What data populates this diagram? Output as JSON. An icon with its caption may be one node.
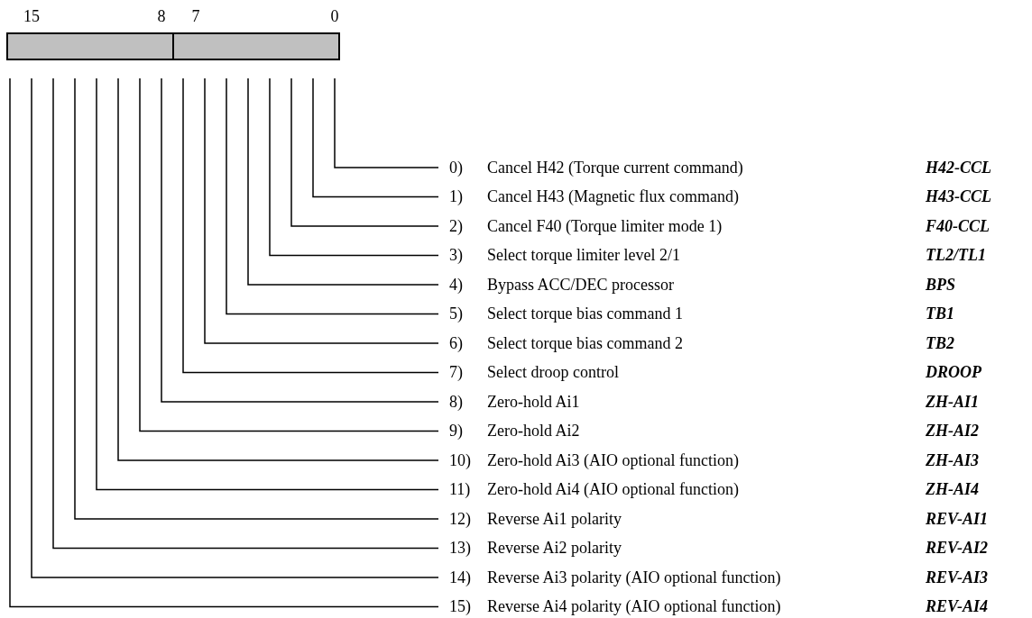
{
  "diagram": {
    "nodes": [
      {
        "text": [
          "0)",
          "Cancel H42 (Torque current command)",
          "H42-CCL"
        ]
      },
      {
        "text": [
          "1)",
          "Cancel H43 (Magnetic flux command)",
          "H43-CCL"
        ]
      },
      {
        "text": [
          "2)",
          "Cancel F40 (Torque limiter mode 1)",
          "F40-CCL"
        ]
      },
      {
        "text": [
          "3)",
          "Select torque limiter level 2/1",
          "TL2/TL1"
        ]
      },
      {
        "text": [
          "4)",
          "Bypass ACC/DEC processor",
          "BPS"
        ]
      },
      {
        "text": [
          "5)",
          "Select torque bias command 1",
          "TB1"
        ]
      },
      {
        "text": [
          "6)",
          "Select torque bias command 2",
          "TB2"
        ]
      },
      {
        "text": [
          "7)",
          "Select droop control",
          "DROOP"
        ]
      },
      {
        "text": [
          "8)",
          "Zero-hold Ai1",
          "ZH-AI1"
        ]
      },
      {
        "text": [
          "9)",
          "Zero-hold Ai2",
          "ZH-AI2"
        ]
      },
      {
        "text": [
          "10)",
          "Zero-hold Ai3 (AIO optional function)",
          "ZH-AI3"
        ]
      },
      {
        "text": [
          "11)",
          "Zero-hold Ai4 (AIO optional function)",
          "ZH-AI4"
        ]
      },
      {
        "text": [
          "12)",
          "Reverse Ai1 polarity",
          "REV-AI1"
        ]
      },
      {
        "text": [
          "13)",
          "Reverse Ai2 polarity",
          "REV-AI2"
        ]
      },
      {
        "text": [
          "14)",
          "Reverse Ai3 polarity (AIO optional function)",
          "REV-AI3"
        ]
      },
      {
        "text": [
          "15)",
          "Reverse Ai4 polarity (AIO optional function)",
          "REV-AI4"
        ]
      }
    ],
    "edges": [
      {
        "from": 0,
        "to": null,
        "arrow": "none"
      },
      {
        "from": 1,
        "to": null,
        "arrow": "none"
      },
      {
        "from": 2,
        "to": null,
        "arrow": "none"
      },
      {
        "from": 3,
        "to": null,
        "arrow": "none"
      },
      {
        "from": 4,
        "to": null,
        "arrow": "none"
      },
      {
        "from": 5,
        "to": null,
        "arrow": "none"
      },
      {
        "from": 6,
        "to": null,
        "arrow": "none"
      },
      {
        "from": 7,
        "to": null,
        "arrow": "none"
      },
      {
        "from": 8,
        "to": null,
        "arrow": "none"
      },
      {
        "from": 9,
        "to": null,
        "arrow": "none"
      },
      {
        "from": 10,
        "to": null,
        "arrow": "none"
      },
      {
        "from": 11,
        "to": null,
        "arrow": "none"
      },
      {
        "from": 12,
        "to": null,
        "arrow": "none"
      },
      {
        "from": 13,
        "to": null,
        "arrow": "none"
      },
      {
        "from": 14,
        "to": null,
        "arrow": "none"
      },
      {
        "from": 15,
        "to": null,
        "arrow": "none"
      }
    ],
    "labels": [
      "15",
      "8",
      "7",
      "0"
    ]
  }
}
